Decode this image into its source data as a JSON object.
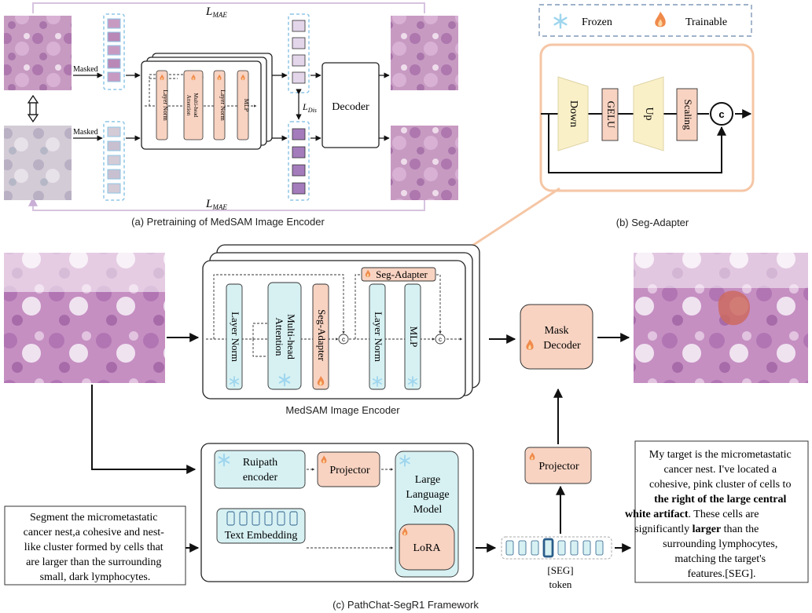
{
  "colors": {
    "frozen_block": "#d7f1f3",
    "trainable_block": "#f8d3c2",
    "adapter_panel": "#f5c6a5",
    "patch_blue": "#8ec6e6",
    "patch_light": "#e3d6ea",
    "patch_dark": "#a47cbc",
    "tissue_pink": "#b985b4",
    "tissue_gray": "#c7bfcf"
  },
  "icons": {
    "frozen": "snowflake-icon",
    "trainable": "flame-icon",
    "concat": "c-circle-icon"
  },
  "legend": {
    "frozen": "Frozen",
    "trainable": "Trainable"
  },
  "panel_a": {
    "loss_top": "L",
    "loss_top_sub": "MAE",
    "loss_bottom": "L",
    "loss_bottom_sub": "MAE",
    "loss_dis": "L",
    "loss_dis_sub": "Dis",
    "masked_top": "Masked",
    "masked_bottom": "Masked",
    "blocks": [
      "Layer Norm",
      "Multi-head Attention",
      "Layer Norm",
      "MLP"
    ],
    "decoder": "Decoder",
    "caption": "(a)  Pretraining of MedSAM Image Encoder"
  },
  "panel_b": {
    "blocks": [
      "Down",
      "GELU",
      "Up",
      "Scaling"
    ],
    "concat": "c",
    "caption": "(b)  Seg-Adapter"
  },
  "panel_c": {
    "encoder_blocks": [
      "Layer Norm",
      "Multi-head Attention",
      "Seg-Adapter",
      "Layer Norm",
      "MLP"
    ],
    "adapter_tag": "Seg-Adapter",
    "concat": "c",
    "encoder_label": "MedSAM Image Encoder",
    "mask_decoder": "Mask Decoder",
    "ruipath": "Ruipath encoder",
    "projector_inner": "Projector",
    "llm": "Large Language Model",
    "lora": "LoRA",
    "text_embedding": "Text Embedding",
    "projector_outer": "Projector",
    "seg_token_line1": "[SEG]",
    "seg_token_line2": "token",
    "prompt": "Segment the micrometastatic cancer nest,a cohesive and nest-like cluster formed by cells that are larger than the surrounding small, dark lymphocytes.",
    "response_a": "My target is the micrometastatic cancer nest. I've located a cohesive, pink cluster of cells to",
    "response_bold1": "the right of the large central white artifact",
    "response_b": ". These cells are significantly",
    "response_bold2": "larger",
    "response_c": "than the surrounding lymphocytes, matching the target's features.[SEG].",
    "caption": "(c)  PathChat-SegR1 Framework"
  }
}
